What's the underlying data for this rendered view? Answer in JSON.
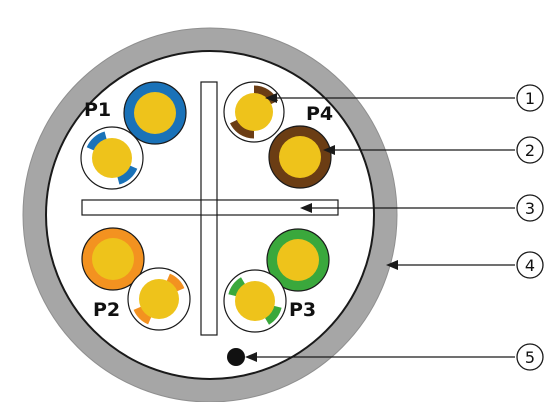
{
  "pairs": [
    {
      "id": "P1",
      "label": "P1",
      "solid": "#1a72b8",
      "striped": "#1a72b8"
    },
    {
      "id": "P2",
      "label": "P2",
      "solid": "#f39220",
      "striped": "#f39220"
    },
    {
      "id": "P3",
      "label": "P3",
      "solid": "#3aa83c",
      "striped": "#3aa83c"
    },
    {
      "id": "P4",
      "label": "P4",
      "solid": "#6b3d14",
      "striped": "#6b3d14"
    }
  ],
  "callouts": [
    {
      "number": "1"
    },
    {
      "number": "2"
    },
    {
      "number": "3"
    },
    {
      "number": "4"
    },
    {
      "number": "5"
    }
  ],
  "colors": {
    "jacket": "#a6a6a6",
    "conductor": "#eec31b",
    "separator_fill": "#ffffff",
    "outline": "#1a1a1a",
    "ripcord": "#111111"
  }
}
